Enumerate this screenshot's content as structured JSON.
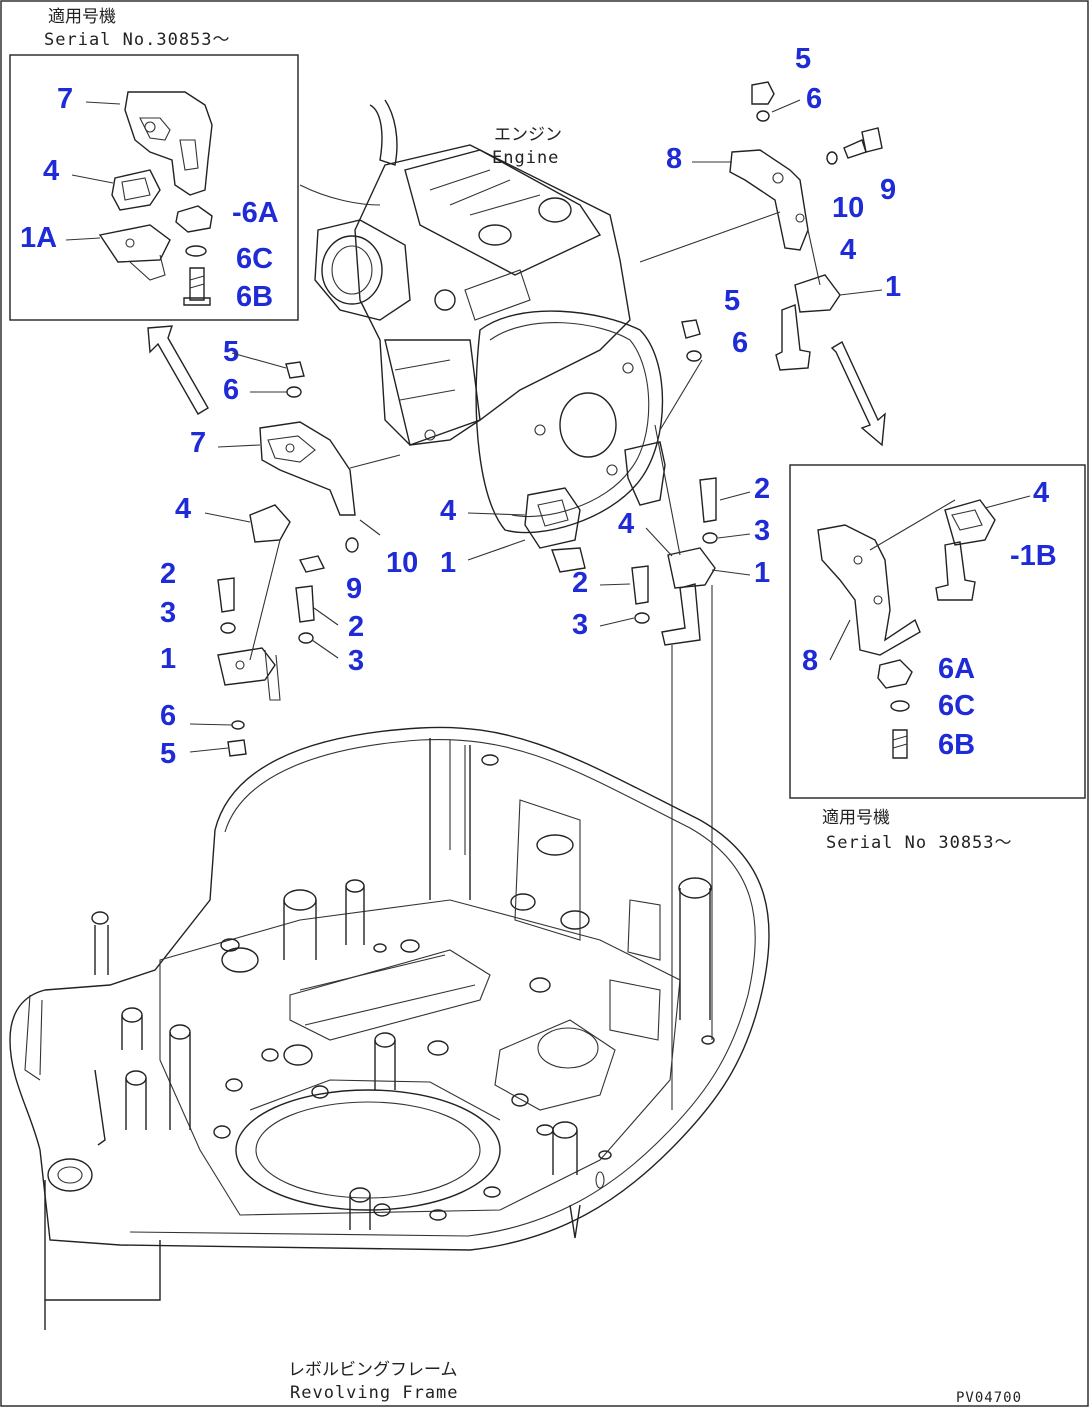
{
  "figure_code": "PV04700",
  "notes": {
    "top_left_jp": "適用号機",
    "top_left_en": "Serial No.30853～",
    "right_jp": "適用号機",
    "right_en": "Serial No 30853～",
    "engine_jp": "エンジン",
    "engine_en": "Engine",
    "frame_jp": "レボルビングフレーム",
    "frame_en": "Revolving Frame"
  },
  "callouts": {
    "tl_7": "7",
    "tl_4": "4",
    "tl_1A": "1A",
    "tl_6A": "-6A",
    "tl_6C": "6C",
    "tl_6B": "6B",
    "tr_5": "5",
    "tr_6": "6",
    "tr_8": "8",
    "tr_9": "9",
    "tr_10": "10",
    "tr_4": "4",
    "tr_1": "1",
    "mr_5": "5",
    "mr_6": "6",
    "ml_5": "5",
    "ml_6": "6",
    "ml_7": "7",
    "ml_4": "4",
    "ml_2a": "2",
    "ml_3a": "3",
    "ml_1": "1",
    "ml_9": "9",
    "ml_10": "10",
    "ml_2b": "2",
    "ml_3b": "3",
    "ml_6b": "6",
    "ml_5b": "5",
    "c_4": "4",
    "c_1": "1",
    "cr_2": "2",
    "cr_3": "3",
    "cr_4": "4",
    "cr_1": "1",
    "cr_2b": "2",
    "cr_3b": "3",
    "br_4": "4",
    "br_1B": "-1B",
    "br_8": "8",
    "br_6A": "6A",
    "br_6C": "6C",
    "br_6B": "6B"
  },
  "icons": [
    "arrow-up-left-icon",
    "arrow-down-right-icon"
  ]
}
